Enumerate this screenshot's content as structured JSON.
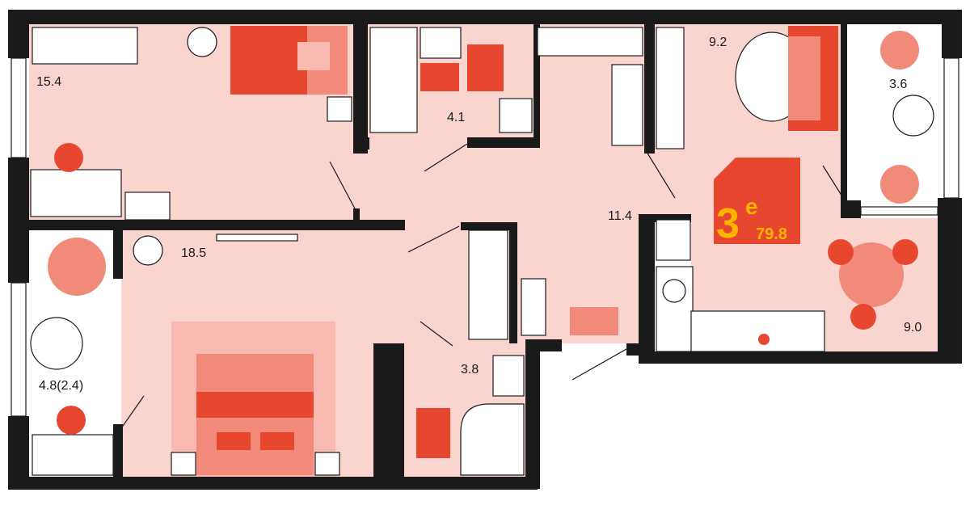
{
  "plan": {
    "rooms": [
      {
        "id": "bedroom-top",
        "area": "15.4"
      },
      {
        "id": "bathroom",
        "area": "4.1"
      },
      {
        "id": "living",
        "area": "9.2"
      },
      {
        "id": "balcony-right",
        "area": "3.6"
      },
      {
        "id": "hall",
        "area": "11.4"
      },
      {
        "id": "bedroom-main",
        "area": "18.5"
      },
      {
        "id": "balcony-left",
        "area": "4.8(2.4)"
      },
      {
        "id": "wc",
        "area": "3.8"
      },
      {
        "id": "kitchen",
        "area": "9.0"
      }
    ],
    "badge": {
      "rooms": "3",
      "suffix": "е",
      "total_area": "79.8"
    },
    "colors": {
      "wall": "#1a1a1a",
      "floor": "#fad4cf",
      "accent": "#e8472f",
      "accent_mid": "#f28a7a",
      "accent_light": "#f7b9b0",
      "badge_text": "#ffb400"
    }
  }
}
